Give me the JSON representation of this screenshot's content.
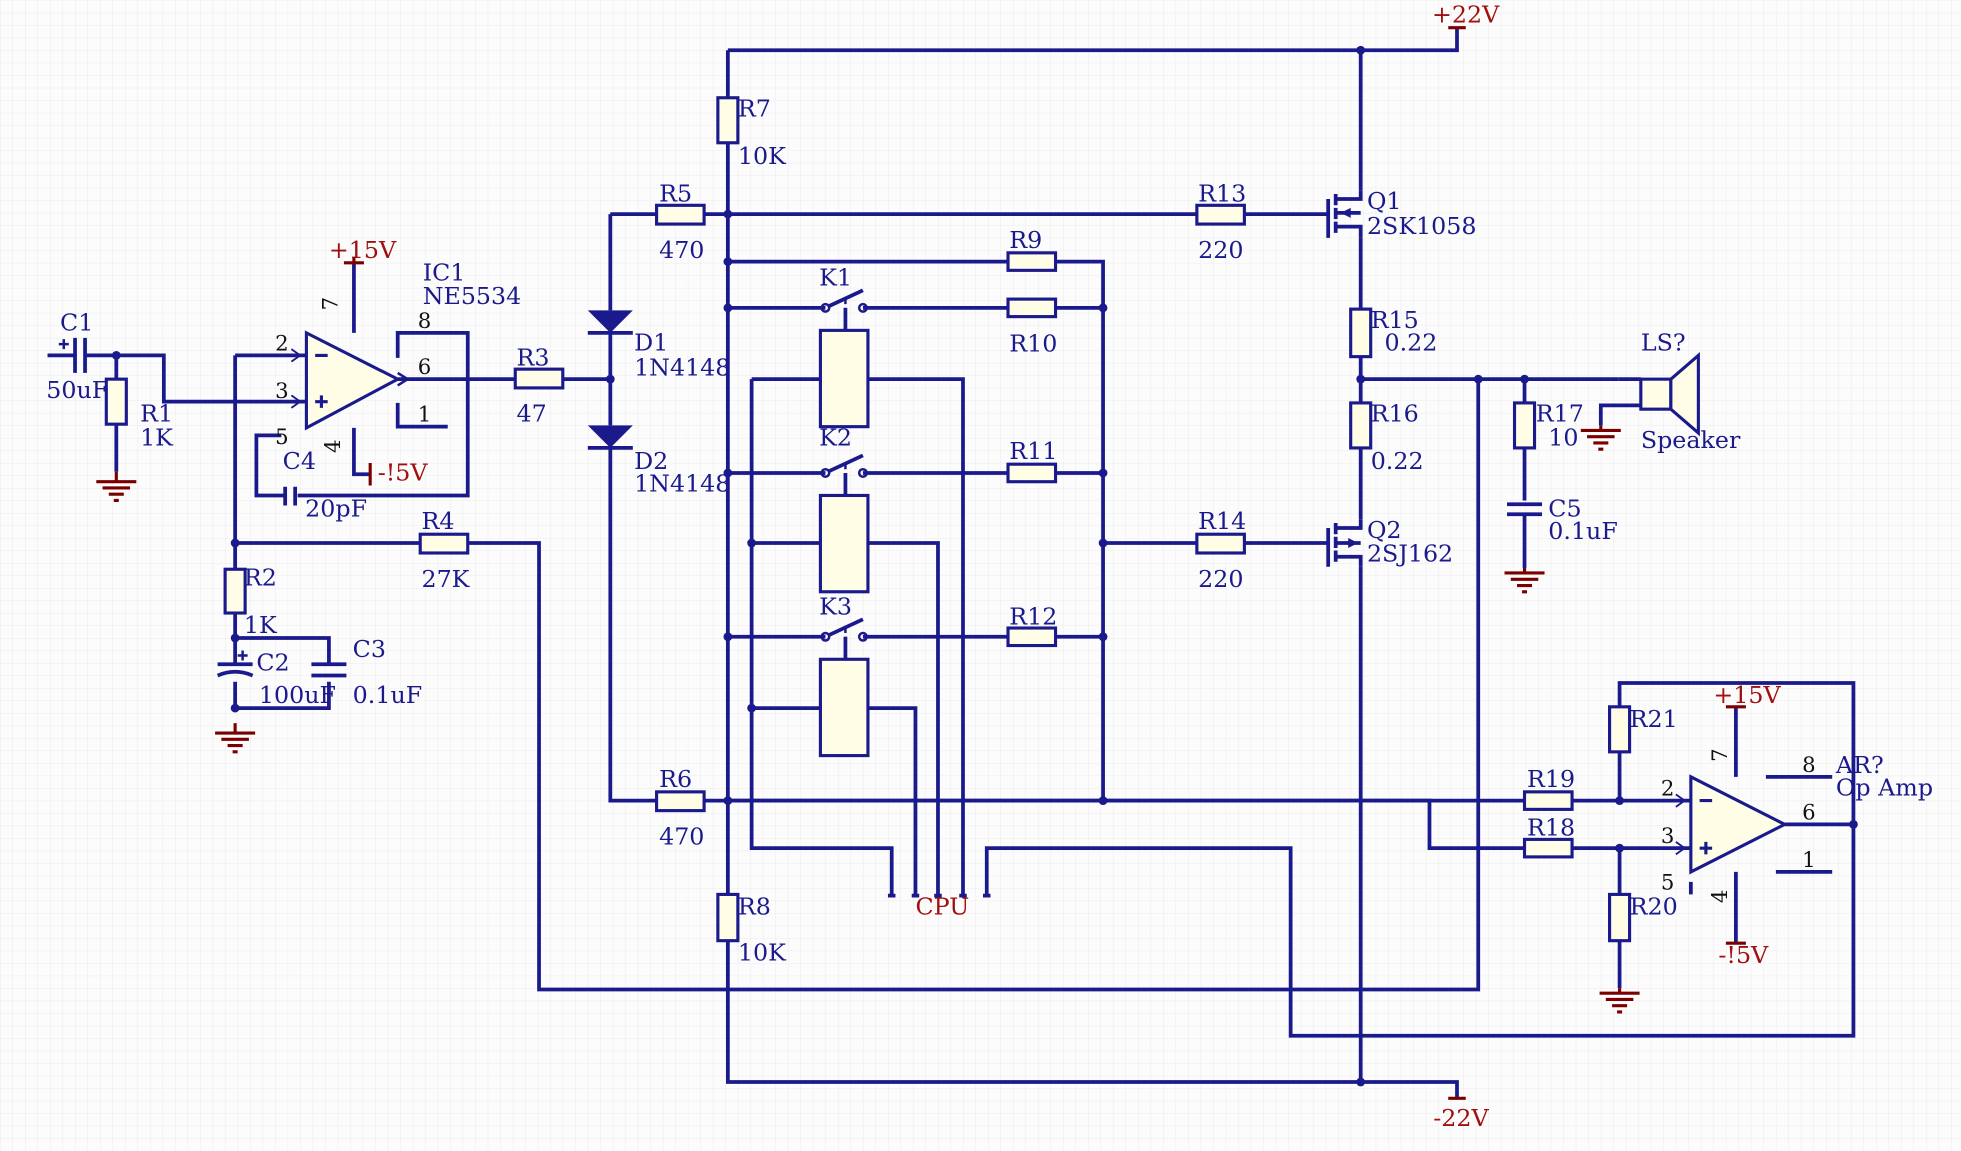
{
  "schematic": {
    "components": {
      "C1": {
        "ref": "C1",
        "value": "50uF"
      },
      "R1": {
        "ref": "R1",
        "value": "1K"
      },
      "IC1": {
        "ref": "IC1",
        "value": "NE5534"
      },
      "C4": {
        "ref": "C4",
        "value": "20pF"
      },
      "R3": {
        "ref": "R3",
        "value": "47"
      },
      "R4": {
        "ref": "R4",
        "value": "27K"
      },
      "R2": {
        "ref": "R2",
        "value": "1K"
      },
      "C2": {
        "ref": "C2",
        "value": "100uF"
      },
      "C3": {
        "ref": "C3",
        "value": "0.1uF"
      },
      "D1": {
        "ref": "D1",
        "value": "1N4148"
      },
      "D2": {
        "ref": "D2",
        "value": "1N4148"
      },
      "R5": {
        "ref": "R5",
        "value": "470"
      },
      "R6": {
        "ref": "R6",
        "value": "470"
      },
      "R7": {
        "ref": "R7",
        "value": "10K"
      },
      "R8": {
        "ref": "R8",
        "value": "10K"
      },
      "K1": {
        "ref": "K1"
      },
      "K2": {
        "ref": "K2"
      },
      "K3": {
        "ref": "K3"
      },
      "R9": {
        "ref": "R9"
      },
      "R10": {
        "ref": "R10"
      },
      "R11": {
        "ref": "R11"
      },
      "R12": {
        "ref": "R12"
      },
      "R13": {
        "ref": "R13",
        "value": "220"
      },
      "R14": {
        "ref": "R14",
        "value": "220"
      },
      "Q1": {
        "ref": "Q1",
        "value": "2SK1058"
      },
      "Q2": {
        "ref": "Q2",
        "value": "2SJ162"
      },
      "R15": {
        "ref": "R15",
        "value": "0.22"
      },
      "R16": {
        "ref": "R16",
        "value": "0.22"
      },
      "R17": {
        "ref": "R17",
        "value": "10"
      },
      "C5": {
        "ref": "C5",
        "value": "0.1uF"
      },
      "LS": {
        "ref": "LS?",
        "value": "Speaker"
      },
      "R18": {
        "ref": "R18"
      },
      "R19": {
        "ref": "R19"
      },
      "R20": {
        "ref": "R20"
      },
      "R21": {
        "ref": "R21"
      },
      "AR": {
        "ref": "AR?",
        "value": "Op Amp"
      }
    },
    "power": {
      "p22": "+22V",
      "n22": "-22V",
      "ic1_pos": "+15V",
      "ic1_neg": "-!5V",
      "ar_pos": "+15V",
      "ar_neg": "-!5V"
    },
    "cpu_label": "CPU",
    "pins": {
      "ic1": {
        "p2": "2",
        "p3": "3",
        "p5": "5",
        "p6": "6",
        "p7": "7",
        "p8": "8",
        "p1": "1",
        "p4": "4"
      },
      "ar": {
        "p2": "2",
        "p3": "3",
        "p5": "5",
        "p6": "6",
        "p7": "7",
        "p8": "8",
        "p1": "1",
        "p4": "4"
      }
    },
    "colors": {
      "wire": "#1a1a8c",
      "power": "#a01010",
      "body": "#fffde6",
      "grid": "#e4e4e4"
    }
  }
}
